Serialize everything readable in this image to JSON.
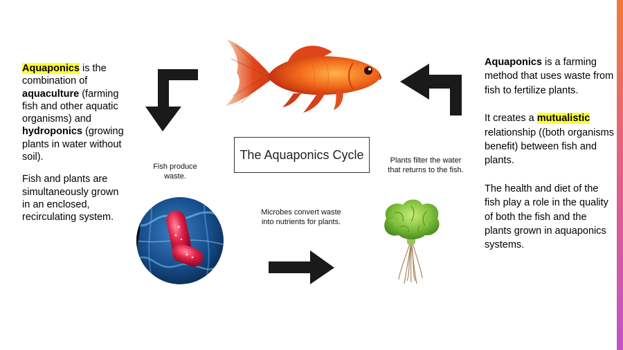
{
  "title": "The Aquaponics Cycle",
  "left_text": {
    "p1": {
      "term": "Aquaponics",
      "t1": " is the combination of ",
      "term2": "aquaculture",
      "t2": " (farming fish and other aquatic organisms) and ",
      "term3": "hydroponics",
      "t3": " (growing plants in water without soil)."
    },
    "p2": "Fish and plants are simultaneously grown in an enclosed, recirculating system."
  },
  "right_text": {
    "p1": {
      "term": "Aquaponics",
      "t1": " is a farming method that uses waste from fish to fertilize plants."
    },
    "p2": {
      "t0": "It creates a ",
      "term": "mutualistic",
      "t1": " relationship ((both organisms benefit) between fish and plants."
    },
    "p3": "The health and diet of the fish play a role in the quality of both the fish and the plants grown in aquaponics systems."
  },
  "captions": {
    "fish": "Fish produce waste.",
    "microbes": "Microbes convert waste into nutrients for plants.",
    "plants": "Plants filter the water that returns to the fish."
  },
  "images": {
    "fish": "goldfish",
    "microbes": "bacteria-microscope",
    "plant": "lettuce-with-roots"
  },
  "colors": {
    "highlight": "#ffff33",
    "arrow": "#1a1a1a",
    "accent_top": "#f07a3a",
    "accent_bottom": "#c054c8"
  }
}
